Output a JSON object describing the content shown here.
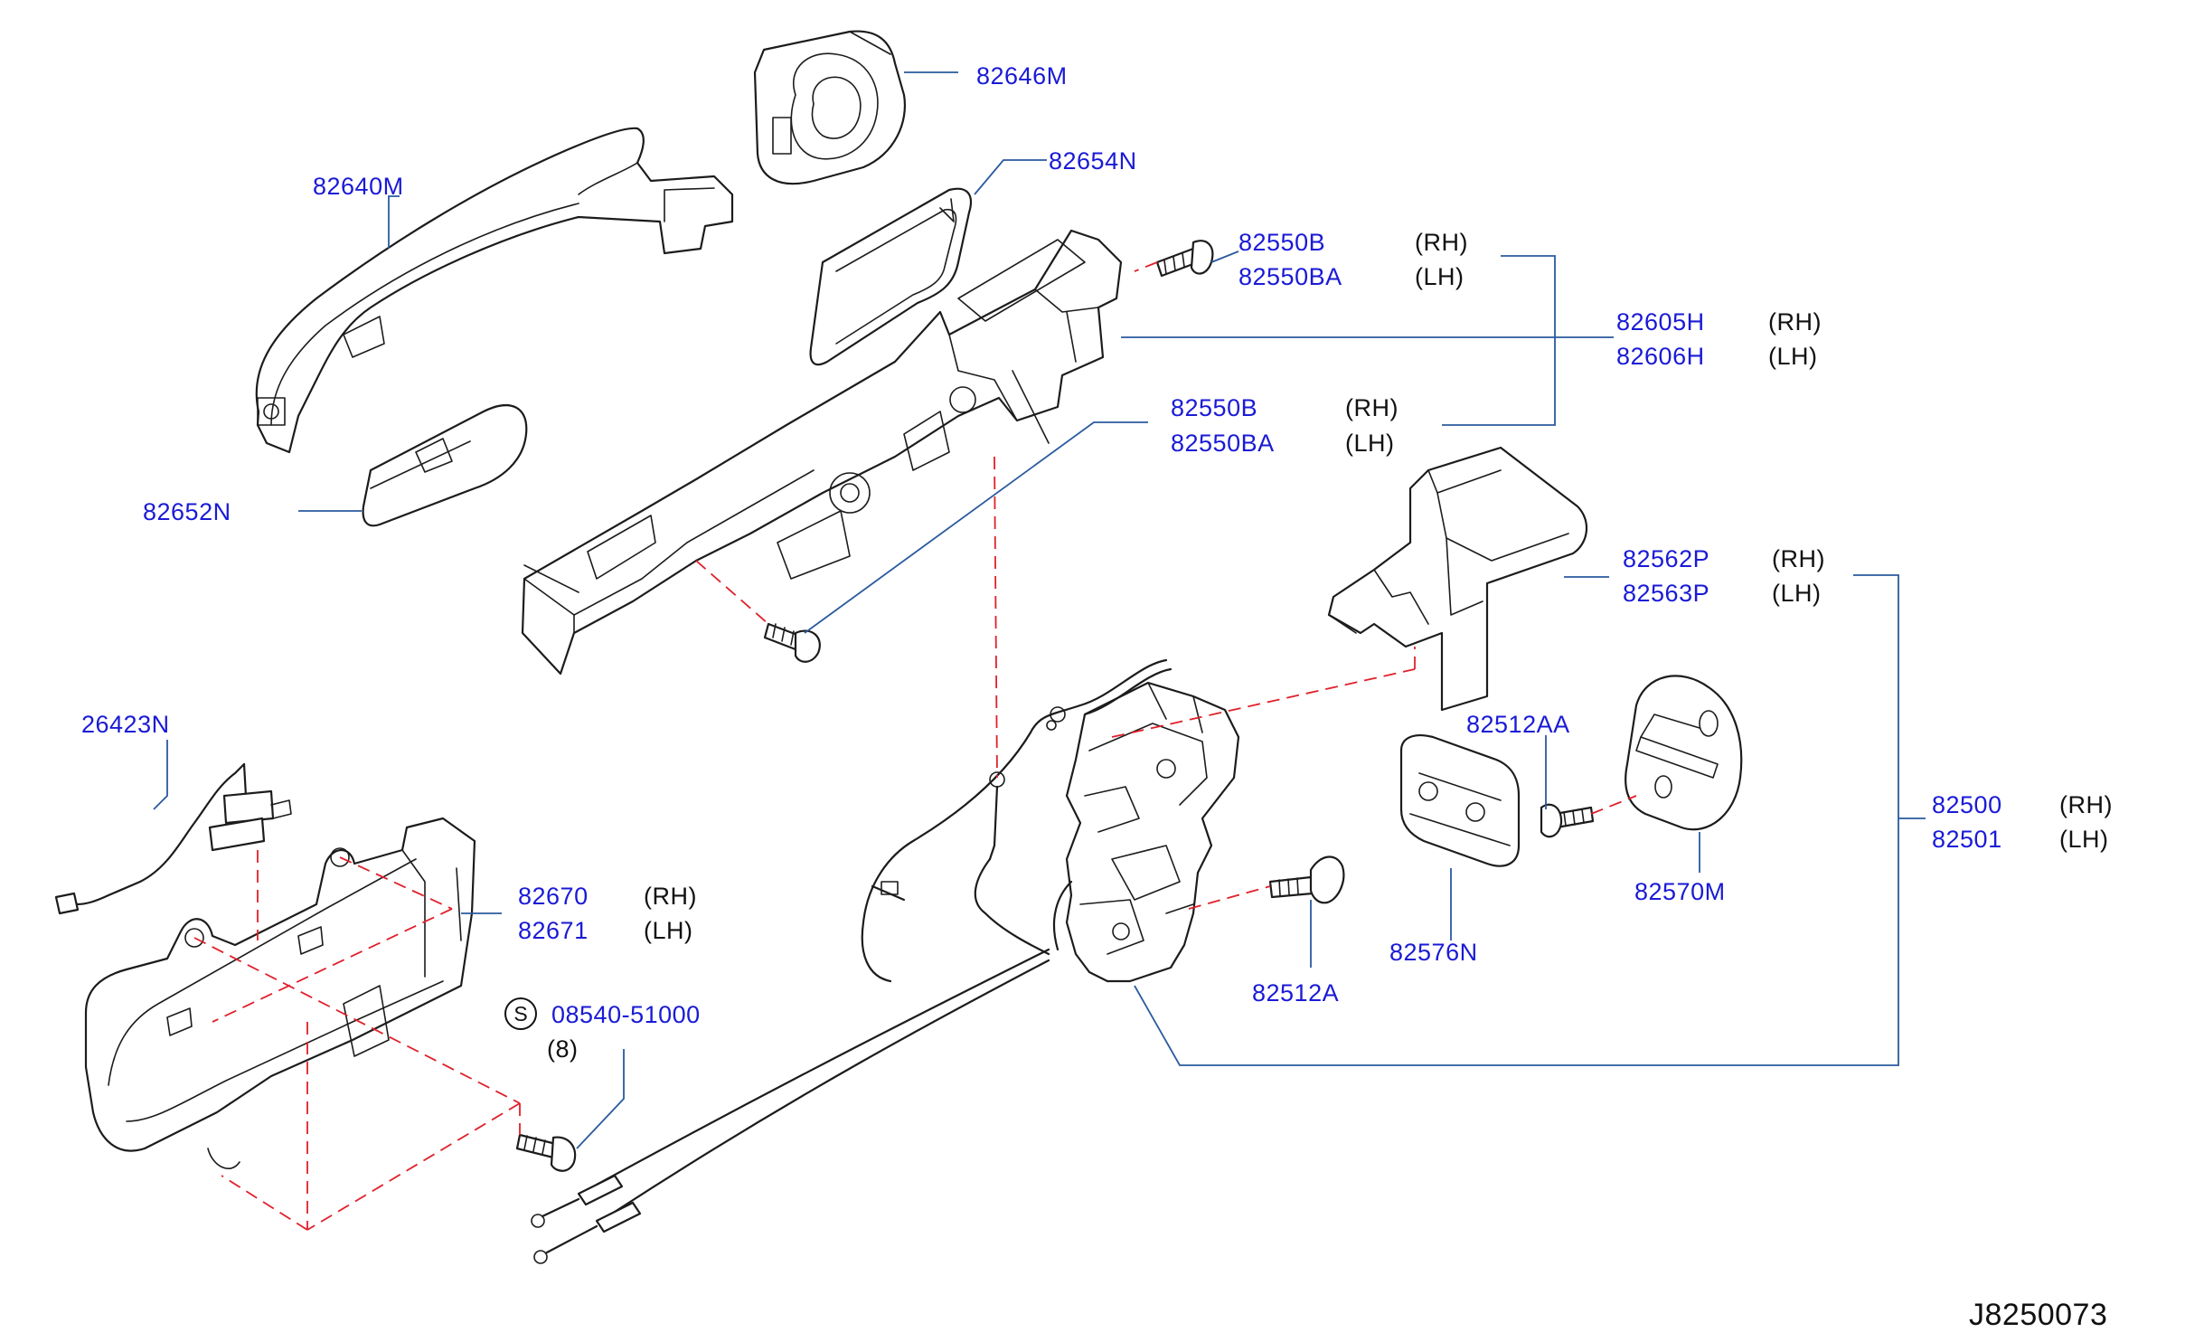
{
  "diagram_id": "J8250073",
  "colors": {
    "part_number": "#1a1ad6",
    "leader_line": "#2a5a9e",
    "dashed_line": "#e0202a",
    "side_text": "#111111"
  },
  "labels": {
    "p82646M": "82646M",
    "p82640M": "82640M",
    "p82654N": "82654N",
    "p82550B_top": "82550B",
    "p82550BA_top": "82550BA",
    "p82605H": "82605H",
    "p82606H": "82606H",
    "p82550B_mid": "82550B",
    "p82550BA_mid": "82550BA",
    "p82652N": "82652N",
    "p82562P": "82562P",
    "p82563P": "82563P",
    "p26423N": "26423N",
    "p82512AA": "82512AA",
    "p82500": "82500",
    "p82501": "82501",
    "p82670": "82670",
    "p82671": "82671",
    "p82570M": "82570M",
    "p08540": "08540-51000",
    "qty_08540": "(8)",
    "p82576N": "82576N",
    "p82512A": "82512A",
    "s_symbol": "S"
  },
  "sides": {
    "rh": "(RH)",
    "lh": "(LH)"
  }
}
